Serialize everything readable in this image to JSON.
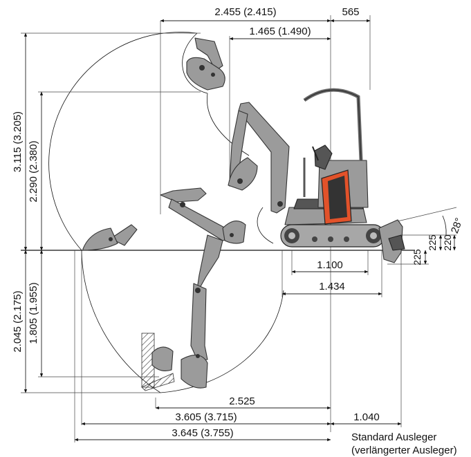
{
  "dimensions": {
    "top_reach_total": "2.455 (2.415)",
    "top_tail": "565",
    "top_reach_inner": "1.465 (1.490)",
    "left_height_max": "3.115 (3.205)",
    "left_height_dump": "2.290 (2.380)",
    "left_depth_max": "2.045 (2.175)",
    "left_depth_wall": "1.805 (1.955)",
    "track_length": "1.100",
    "track_overall": "1.434",
    "blade_up": "225",
    "blade_down": "225",
    "blade_height": "220",
    "blade_angle": "28°",
    "bottom_reach_depth": "2.525",
    "bottom_reach_ground": "3.605 (3.715)",
    "bottom_reach_max": "3.645 (3.755)",
    "bottom_tail": "1.040"
  },
  "legend": {
    "line1": "Standard Ausleger",
    "line2": "(verlängerter Ausleger)"
  },
  "colors": {
    "cab_orange": "#e2522a",
    "metal": "#9b9b9b",
    "line": "#222222"
  }
}
